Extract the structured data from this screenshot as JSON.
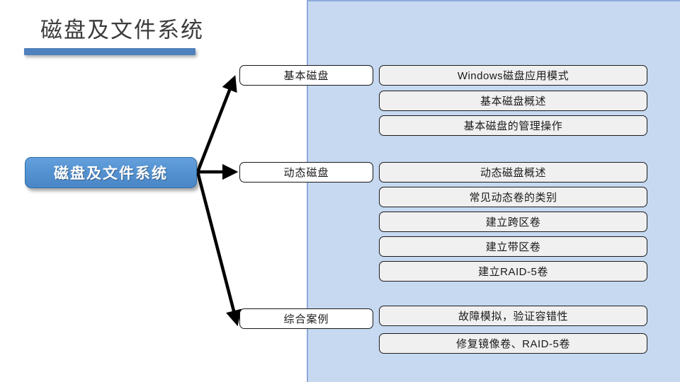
{
  "slide": {
    "title": "磁盘及文件系统",
    "root_label": "磁盘及文件系统",
    "colors": {
      "panel_background": "#c6d9f1",
      "panel_border": "#8eaadb",
      "title_rule": "#4f81bd",
      "root_node": "#5593d2",
      "leaf_background": "#f0f0f0",
      "text": "#1a1a1a"
    }
  },
  "branches": [
    {
      "label": "基本磁盘",
      "items": [
        "Windows磁盘应用模式",
        "基本磁盘概述",
        "基本磁盘的管理操作"
      ]
    },
    {
      "label": "动态磁盘",
      "items": [
        "动态磁盘概述",
        "常见动态卷的类别",
        "建立跨区卷",
        "建立带区卷",
        "建立RAID-5卷"
      ]
    },
    {
      "label": "综合案例",
      "items": [
        "故障模拟，验证容错性",
        "修复镜像卷、RAID-5卷"
      ]
    }
  ]
}
